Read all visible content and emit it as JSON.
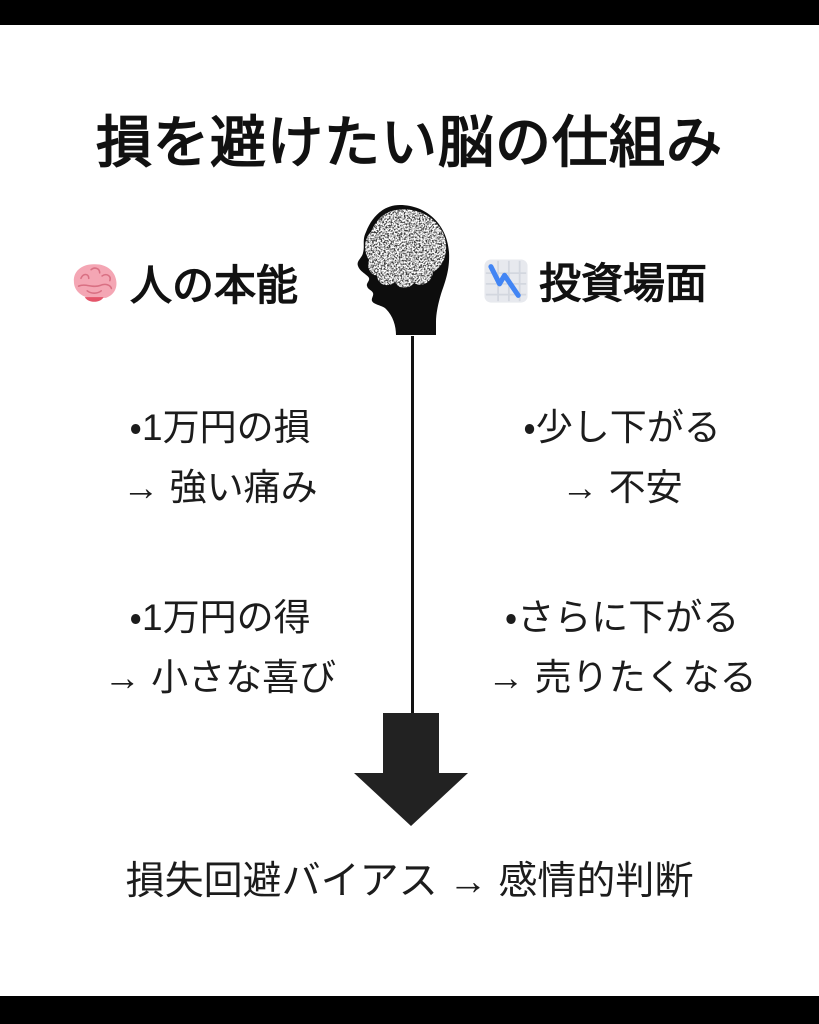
{
  "page": {
    "title": "損を避けたい脳の仕組み",
    "caption": "損失回避バイアス → 感情的判断"
  },
  "columns": {
    "left": {
      "icon": "brain-emoji",
      "header": "人の本能",
      "items": [
        {
          "line1": "・1万円の損",
          "line2": "→ 強い痛み"
        },
        {
          "line1": "・1万円の得",
          "line2": "→ 小さな喜び"
        }
      ]
    },
    "right": {
      "icon": "chart-decreasing-emoji",
      "header": "投資場面",
      "items": [
        {
          "line1": "・少し下がる",
          "line2": "→ 不安"
        },
        {
          "line1": "・さらに下がる",
          "line2": "→ 売りたくなる"
        }
      ]
    }
  },
  "center_graphic": {
    "icon": "head-silhouette-with-brain",
    "flow_icon": "down-arrow"
  },
  "colors": {
    "background": "#ffffff",
    "letterbox_bars": "#000000",
    "text": "#1c1c1c",
    "arrow": "#222222",
    "brain_emoji_pink": "#f4a6b4",
    "chart_emoji_blue": "#4285f4"
  }
}
